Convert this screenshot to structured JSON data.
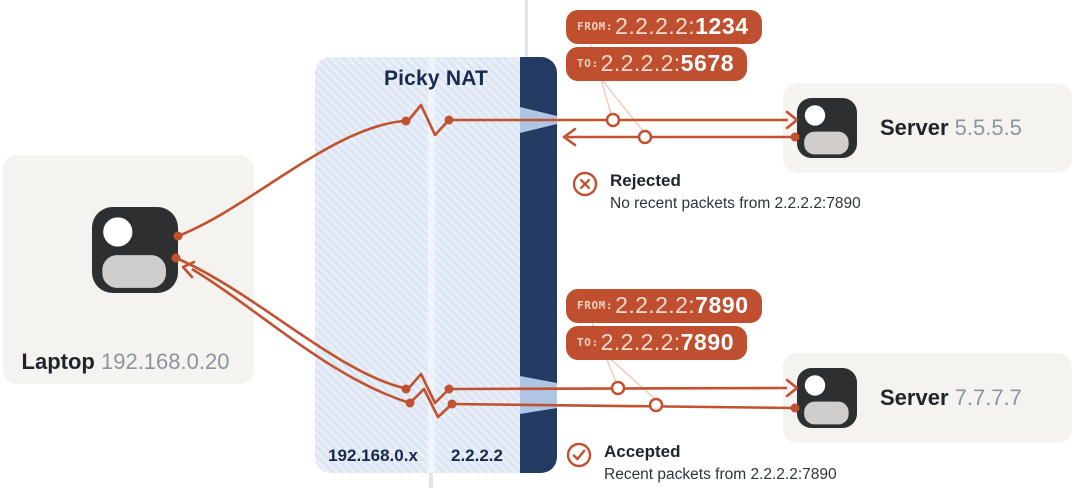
{
  "colors": {
    "accent": "#c1512f",
    "leader": "#eec9ba",
    "badge": "#bf4f2e",
    "badgeLabel": "#f1cfc0",
    "badgeAddr": "#f5dccf",
    "wall": "#233a63",
    "navyText": "#182a4d",
    "natFillA": "#dce6f3",
    "natFillB": "#e8eff8",
    "divider": "#f0f5fa",
    "wedge": "#aec5e4",
    "stub": "#dde5ef",
    "card": "#f4f3f0",
    "iconDark": "#2d2f30",
    "iconGray": "#cfcecc",
    "textDark": "#21252b",
    "textGray": "#8f949c",
    "detailText": "#2e343c"
  },
  "laptop": {
    "label": "Laptop",
    "ip": "192.168.0.20"
  },
  "nat": {
    "title": "Picky NAT",
    "internal": "192.168.0.x",
    "external": "2.2.2.2"
  },
  "server_top": {
    "label": "Server",
    "ip": "5.5.5.5"
  },
  "server_bottom": {
    "label": "Server",
    "ip": "7.7.7.7"
  },
  "packets": {
    "top_from": {
      "label": "FROM:",
      "addr": "2.2.2.2:",
      "port": "1234"
    },
    "top_to": {
      "label": "TO:",
      "addr": "2.2.2.2:",
      "port": "5678"
    },
    "bottom_from": {
      "label": "FROM:",
      "addr": "2.2.2.2:",
      "port": "7890"
    },
    "bottom_to": {
      "label": "TO:",
      "addr": "2.2.2.2:",
      "port": "7890"
    }
  },
  "status": {
    "rejected": {
      "title": "Rejected",
      "detail": "No recent packets from 2.2.2.2:7890"
    },
    "accepted": {
      "title": "Accepted",
      "detail": "Recent packets from 2.2.2.2:7890"
    }
  }
}
